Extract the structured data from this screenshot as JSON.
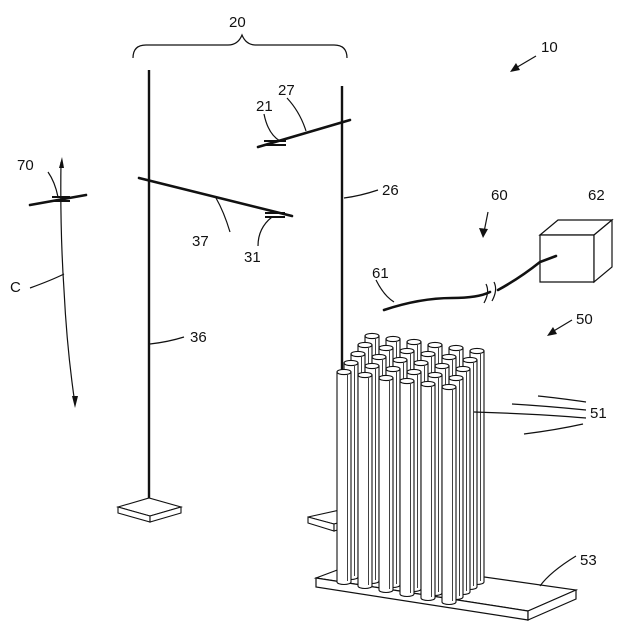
{
  "labels": {
    "l20": "20",
    "l10": "10",
    "l21": "21",
    "l27": "27",
    "l70": "70",
    "l26": "26",
    "l60": "60",
    "l62": "62",
    "l37": "37",
    "l31": "31",
    "lC": "C",
    "l61": "61",
    "l50": "50",
    "l36": "36",
    "l51": "51",
    "l53": "53"
  }
}
